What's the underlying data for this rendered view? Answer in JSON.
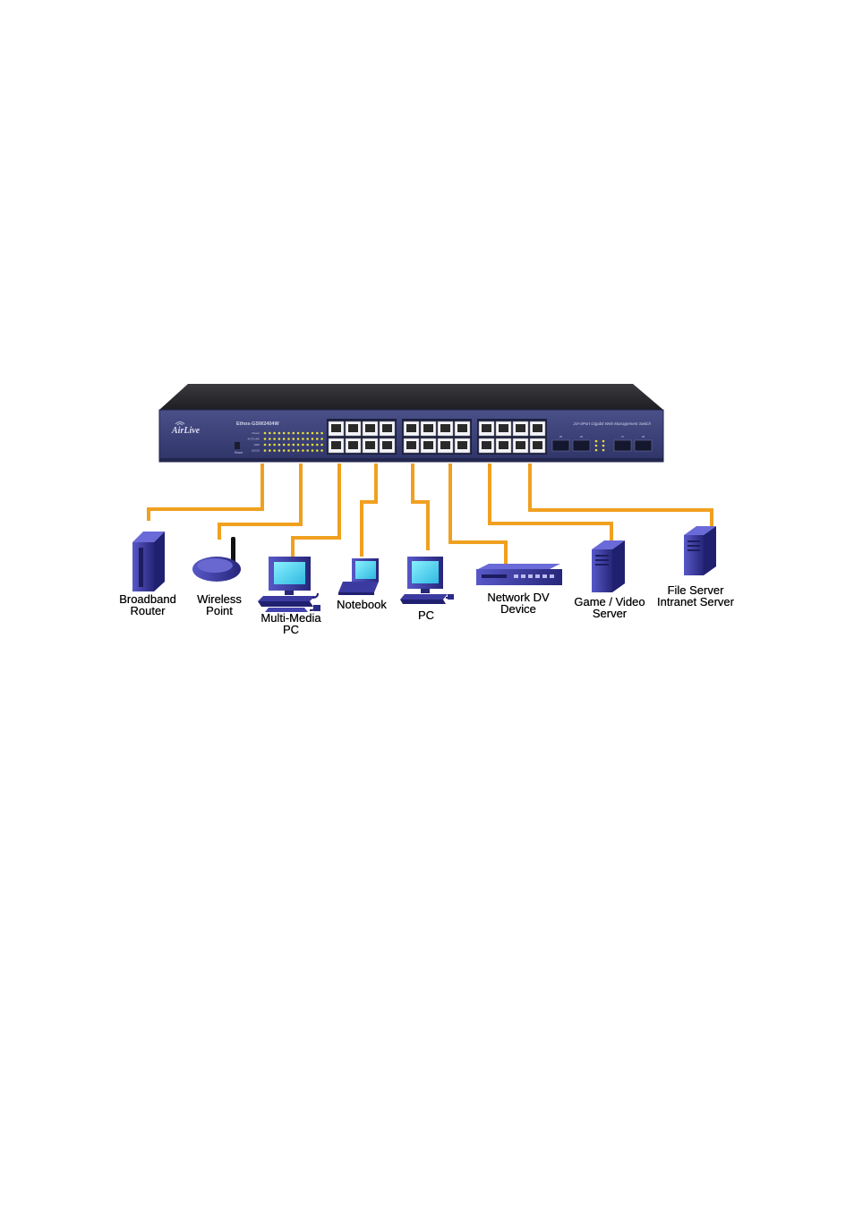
{
  "switch": {
    "brand": "AirLive",
    "model": "Ethos-GSW2404W",
    "description": "24+4Port Gigabit Web Management Switch",
    "reset_label": "Reset",
    "led_labels": [
      "Power",
      "ACT/LINK",
      "1000",
      "100/10"
    ],
    "sfp_labels": [
      "25",
      "26",
      "27",
      "28"
    ]
  },
  "devices": [
    {
      "icon": "broadband-router-icon",
      "line1": "Broadband",
      "line2": "Router"
    },
    {
      "icon": "wireless-access-point-icon",
      "line1": "Wireless",
      "line2": "Point"
    },
    {
      "icon": "multimedia-pc-icon",
      "line1": "Multi-Media",
      "line2": "PC"
    },
    {
      "icon": "notebook-icon",
      "line1": "Notebook",
      "line2": ""
    },
    {
      "icon": "pc-icon",
      "line1": "PC",
      "line2": ""
    },
    {
      "icon": "network-dvr-icon",
      "line1": "Network DV",
      "line2": "Device"
    },
    {
      "icon": "game-video-server-icon",
      "line1": "Game / Video",
      "line2": "Server"
    },
    {
      "icon": "file-server-icon",
      "line1": "File Server",
      "line2": "Intranet Server"
    }
  ],
  "colors": {
    "cable": "#F0A020",
    "switch_body": "#3A3F78",
    "switch_top": "#2E2E32",
    "device_blue": "#3A3AA8",
    "screen_cyan": "#4FD8F0",
    "led": "#E8E03A"
  }
}
